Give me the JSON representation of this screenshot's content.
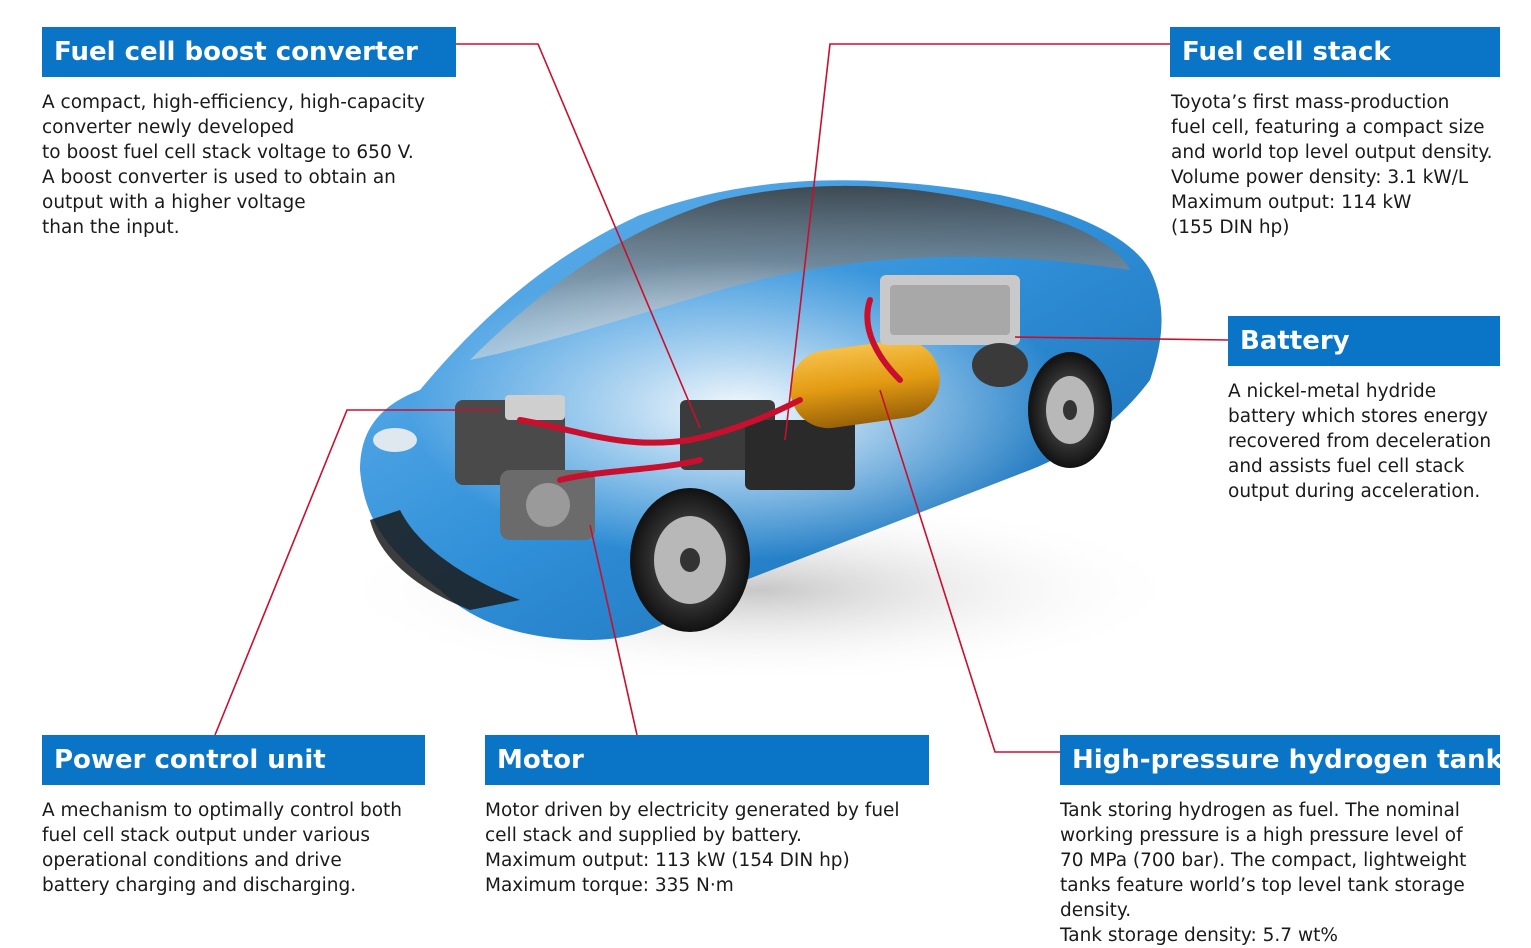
{
  "callouts": {
    "boost_converter": {
      "title": "Fuel cell boost converter",
      "lines": [
        "A compact, high-efficiency, high-capacity",
        "converter newly developed",
        "to boost fuel cell stack voltage to 650 V.",
        "A boost converter is used to obtain an",
        "output with a higher voltage",
        "than the input."
      ]
    },
    "fuel_cell_stack": {
      "title": "Fuel cell stack",
      "lines": [
        "Toyota’s first mass-production",
        "fuel cell, featuring a compact size",
        "and world top level output density.",
        "Volume power density: 3.1 kW/L",
        "Maximum output: 114 kW",
        "(155 DIN hp)"
      ]
    },
    "battery": {
      "title": "Battery",
      "lines": [
        "A nickel-metal hydride",
        "battery which stores energy",
        "recovered from deceleration",
        "and assists fuel cell stack",
        "output during acceleration."
      ]
    },
    "power_control_unit": {
      "title": "Power control unit",
      "lines": [
        "A mechanism to optimally control both",
        "fuel cell stack output under various",
        "operational conditions and drive",
        "battery charging and discharging."
      ]
    },
    "motor": {
      "title": "Motor",
      "lines": [
        "Motor driven by electricity generated by fuel",
        "cell stack and supplied by battery.",
        "Maximum output: 113 kW (154 DIN hp)",
        "Maximum torque: 335 N·m"
      ]
    },
    "hydrogen_tank": {
      "title": "High-pressure hydrogen tank",
      "lines": [
        "Tank storing hydrogen as fuel. The nominal",
        "working pressure is a high pressure level of",
        "70 MPa (700 bar). The compact, lightweight",
        "tanks feature world’s top level tank storage",
        "density.",
        "Tank storage density: 5.7 wt%"
      ]
    }
  },
  "colors": {
    "label_bg": "#0a75c6",
    "leader_line": "#c8102e",
    "car_body": "#2f8fd8"
  }
}
